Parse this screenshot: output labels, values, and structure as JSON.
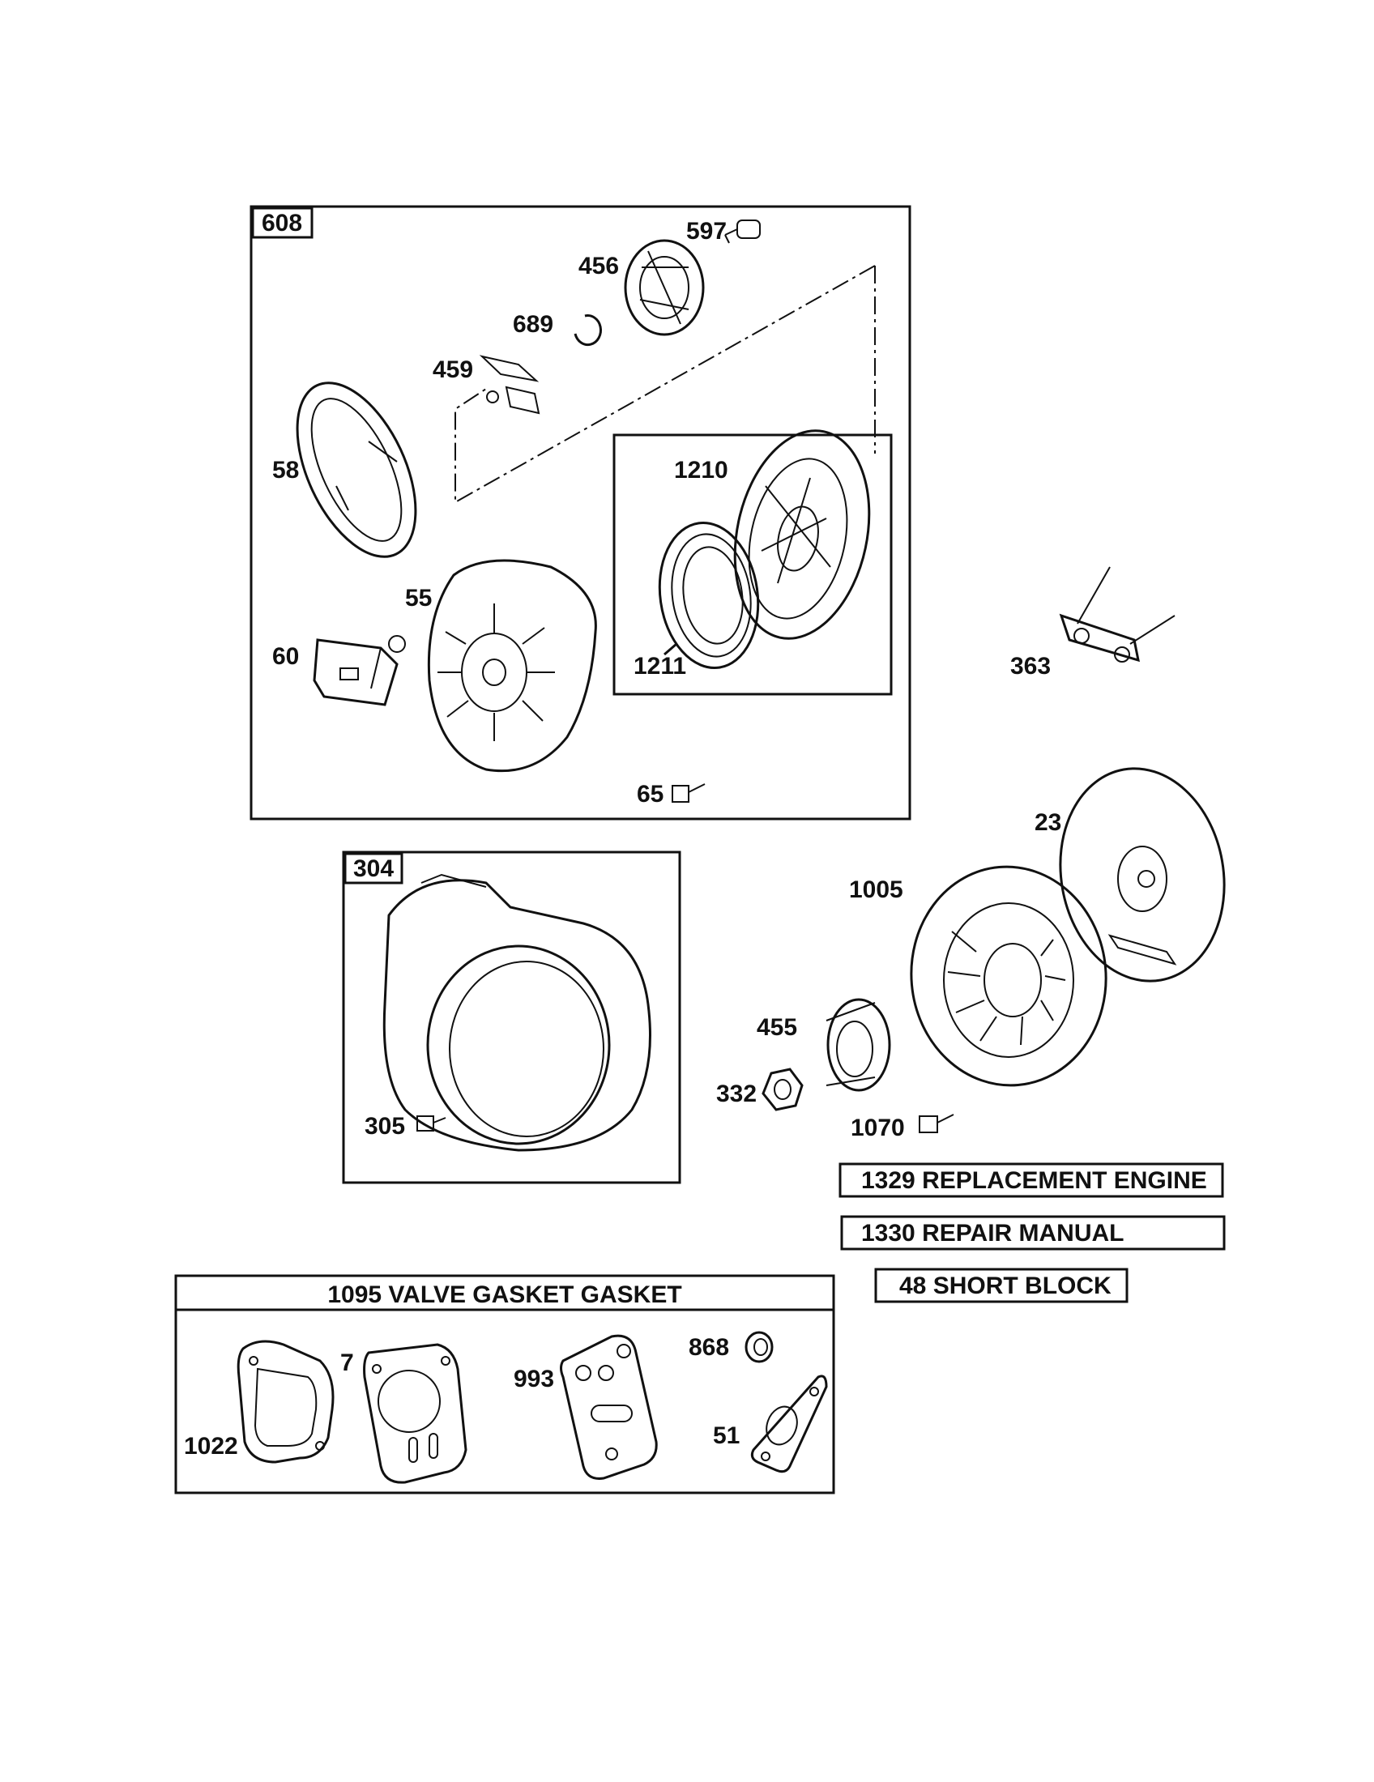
{
  "labels": {
    "box_608": "608",
    "p597": "597",
    "p456": "456",
    "p689": "689",
    "p459": "459",
    "p58": "58",
    "p1210": "1210",
    "p55": "55",
    "p60": "60",
    "p1211": "1211",
    "p65": "65",
    "p363": "363",
    "p23": "23",
    "box_304": "304",
    "p1005": "1005",
    "p455": "455",
    "p332": "332",
    "p305": "305",
    "p1070": "1070",
    "p7": "7",
    "p993": "993",
    "p868": "868",
    "p1022": "1022",
    "p51": "51"
  },
  "info_boxes": {
    "replacement_engine": "1329 REPLACEMENT ENGINE",
    "repair_manual": "1330 REPAIR MANUAL",
    "short_block": "48 SHORT BLOCK"
  },
  "gasket_kit": {
    "title": "1095  VALVE GASKET GASKET"
  }
}
